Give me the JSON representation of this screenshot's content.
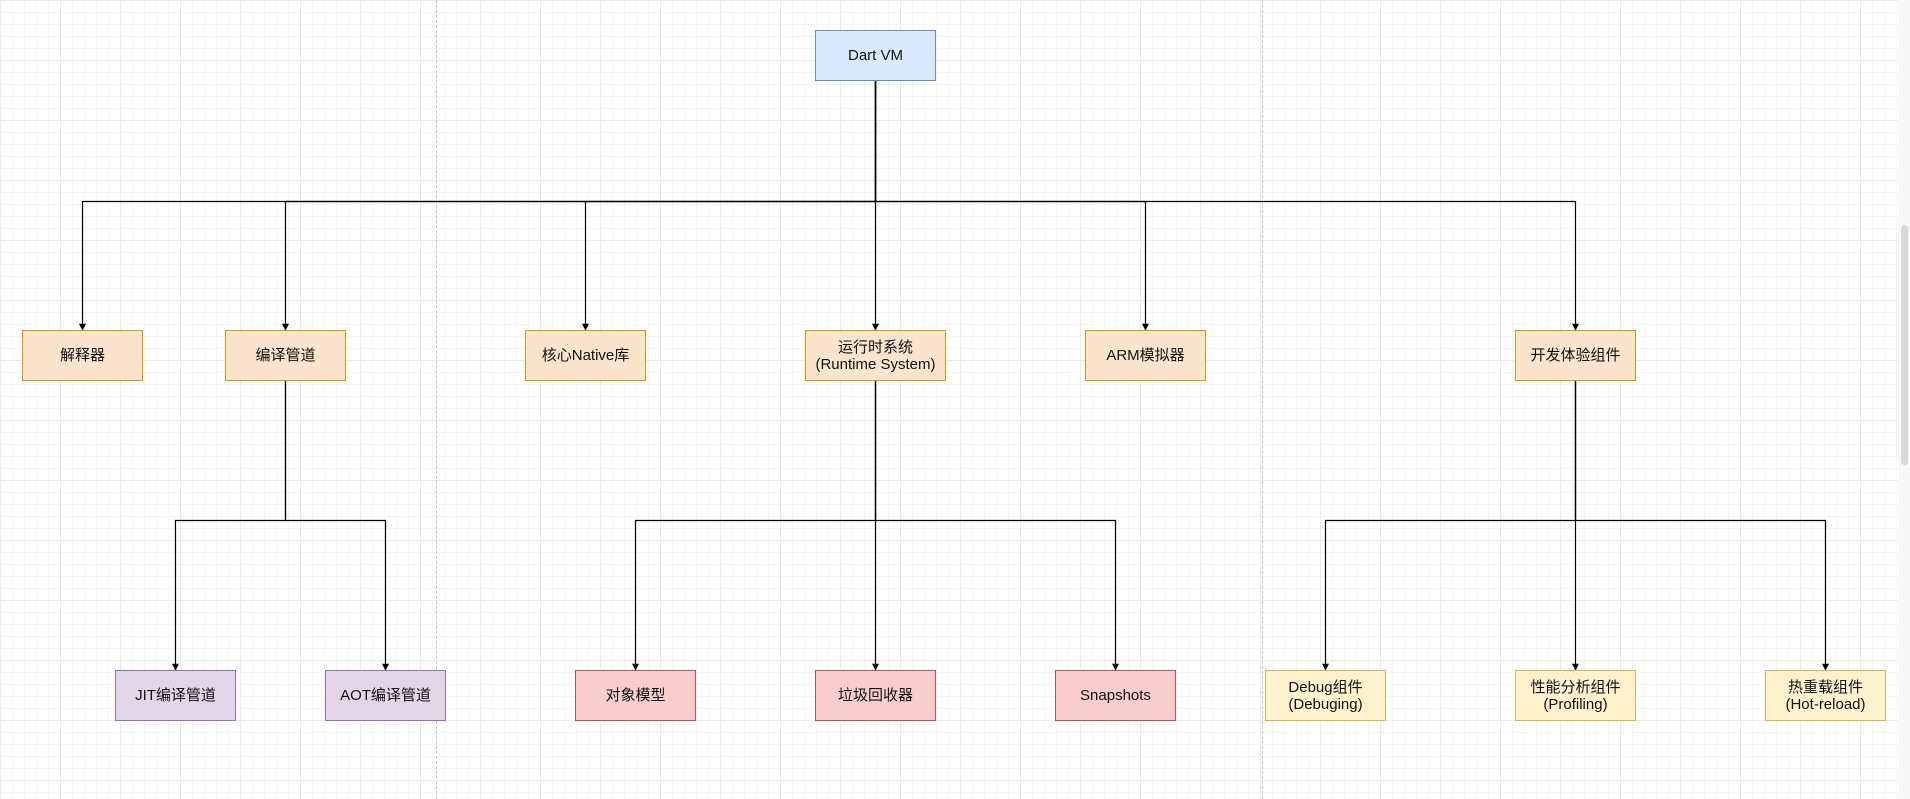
{
  "colors": {
    "root": {
      "fill": "#dae8fc",
      "stroke": "#6c8ebf"
    },
    "module": {
      "fill": "#fae5cc",
      "stroke": "#d79b00"
    },
    "compile_child": {
      "fill": "#e1d5e7",
      "stroke": "#9673a6"
    },
    "runtime_child": {
      "fill": "#f8cecc",
      "stroke": "#b85450"
    },
    "devx_child": {
      "fill": "#fff2cc",
      "stroke": "#d6b656"
    },
    "line": "#000000"
  },
  "nodes": {
    "root": {
      "lines": [
        "Dart VM"
      ]
    },
    "interpreter": {
      "lines": [
        "解释器"
      ]
    },
    "compile": {
      "lines": [
        "编译管道"
      ]
    },
    "native": {
      "lines": [
        "核心Native库"
      ]
    },
    "runtime": {
      "lines": [
        "运行时系统",
        "(Runtime System)"
      ]
    },
    "arm": {
      "lines": [
        "ARM模拟器"
      ]
    },
    "devx": {
      "lines": [
        "开发体验组件"
      ]
    },
    "jit": {
      "lines": [
        "JIT编译管道"
      ]
    },
    "aot": {
      "lines": [
        "AOT编译管道"
      ]
    },
    "object": {
      "lines": [
        "对象模型"
      ]
    },
    "gc": {
      "lines": [
        "垃圾回收器"
      ]
    },
    "snapshots": {
      "lines": [
        "Snapshots"
      ]
    },
    "debug": {
      "lines": [
        "Debug组件",
        "(Debuging)"
      ]
    },
    "profiling": {
      "lines": [
        "性能分析组件",
        "(Profiling)"
      ]
    },
    "hotreload": {
      "lines": [
        "热重载组件",
        "(Hot-reload)"
      ]
    }
  },
  "edges": [
    {
      "from": "root",
      "to": "interpreter"
    },
    {
      "from": "root",
      "to": "compile"
    },
    {
      "from": "root",
      "to": "native"
    },
    {
      "from": "root",
      "to": "runtime"
    },
    {
      "from": "root",
      "to": "arm"
    },
    {
      "from": "root",
      "to": "devx"
    },
    {
      "from": "compile",
      "to": "jit"
    },
    {
      "from": "compile",
      "to": "aot"
    },
    {
      "from": "runtime",
      "to": "object"
    },
    {
      "from": "runtime",
      "to": "gc"
    },
    {
      "from": "runtime",
      "to": "snapshots"
    },
    {
      "from": "devx",
      "to": "debug"
    },
    {
      "from": "devx",
      "to": "profiling"
    },
    {
      "from": "devx",
      "to": "hotreload"
    }
  ]
}
